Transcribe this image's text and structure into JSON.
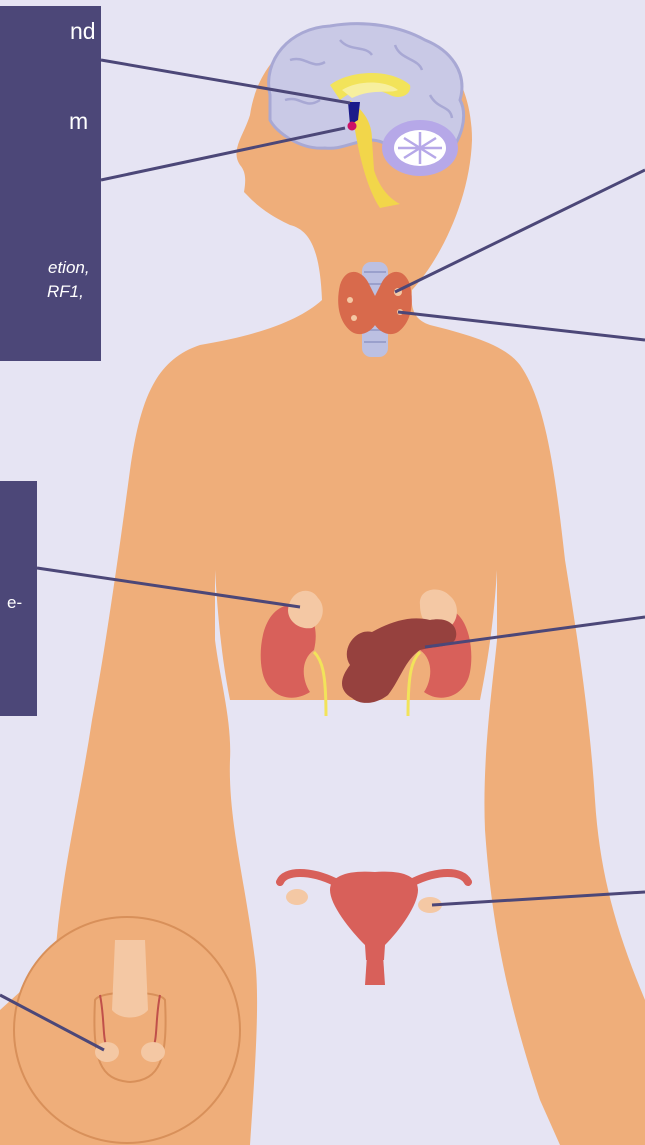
{
  "box_hypothalamus": {
    "line1": "nd",
    "line2": "m",
    "line3": "etion,",
    "line4": "RF1,"
  },
  "box_adrenal": {
    "line1": "e-"
  },
  "colors": {
    "background": "#e6e4f3",
    "label_box": "#4c4778",
    "skin": "#efae7a",
    "leader_line": "#4c4778",
    "brain": "#c9c9e6",
    "thyroid": "#d86a4c",
    "kidney": "#d8605a",
    "pancreas": "#96413e",
    "uterus": "#d8605a",
    "gonad": "#f4c8a4"
  },
  "icons": [
    "brain",
    "hypothalamus",
    "pituitary",
    "cerebellum",
    "thyroid",
    "trachea",
    "adrenal-gland",
    "kidney",
    "ureter",
    "pancreas",
    "uterus",
    "ovary",
    "testis",
    "magnifier-circle"
  ]
}
